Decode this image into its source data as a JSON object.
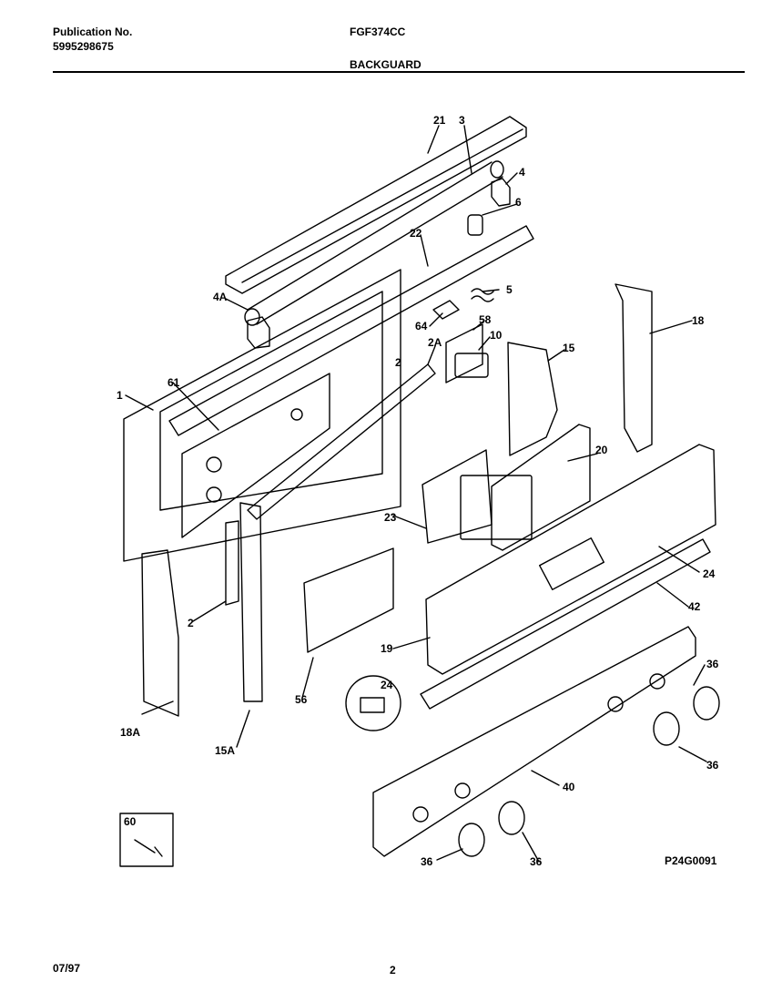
{
  "header": {
    "publication_label": "Publication No.",
    "publication_number": "5995298675",
    "model": "FGF374CC",
    "section_title": "BACKGUARD"
  },
  "callouts": [
    "21",
    "3",
    "4",
    "6",
    "22",
    "5",
    "4A",
    "64",
    "58",
    "10",
    "2A",
    "15",
    "18",
    "1",
    "61",
    "2",
    "20",
    "23",
    "24",
    "42",
    "2",
    "19",
    "24",
    "36",
    "56",
    "18A",
    "15A",
    "36",
    "40",
    "60",
    "36",
    "36"
  ],
  "drawing_code": "P24G0091",
  "footer": {
    "date": "07/97",
    "page": "2"
  }
}
